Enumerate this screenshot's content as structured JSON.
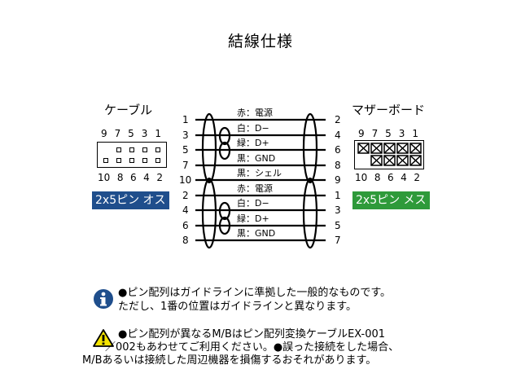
{
  "title": "結線仕様",
  "cable": {
    "label": "ケーブル",
    "top_pins": [
      "9",
      "7",
      "5",
      "3",
      "1"
    ],
    "bottom_pins": [
      "10",
      "8",
      "6",
      "4",
      "2"
    ],
    "badge": "2x5ピン オス",
    "badge_color": "#1f4e8c"
  },
  "motherboard": {
    "label": "マザーボード",
    "top_pins": [
      "9",
      "7",
      "5",
      "3",
      "1"
    ],
    "bottom_pins": [
      "10",
      "8",
      "6",
      "4",
      "2"
    ],
    "badge": "2x5ピン メス",
    "badge_color": "#2e9a3a"
  },
  "wiring": {
    "left_pins": [
      "1",
      "3",
      "5",
      "7",
      "10",
      "2",
      "4",
      "6",
      "8"
    ],
    "right_pins": [
      "2",
      "4",
      "6",
      "8",
      "9",
      "1",
      "3",
      "5",
      "7"
    ],
    "wire_labels": [
      "赤：電源",
      "白：D−",
      "緑：D+",
      "黒：GND",
      "黒：シェル",
      "赤：電源",
      "白：D−",
      "緑：D+",
      "黒：GND"
    ]
  },
  "notes": {
    "info": {
      "icon": "info-icon",
      "line1": "●ピン配列はガイドラインに準拠した一般的なものです。",
      "line2": "ただし、1番の位置はガイドラインと異なります。"
    },
    "warning": {
      "icon": "warning-icon",
      "line1": "●ピン配列が異なるM/Bはピン配列変換ケーブルEX-001",
      "line2": "／002もあわせてご利用ください。●誤った接続をした場合、",
      "line3": "M/Bあるいは接続した周辺機器を損傷するおそれがあります。"
    }
  }
}
